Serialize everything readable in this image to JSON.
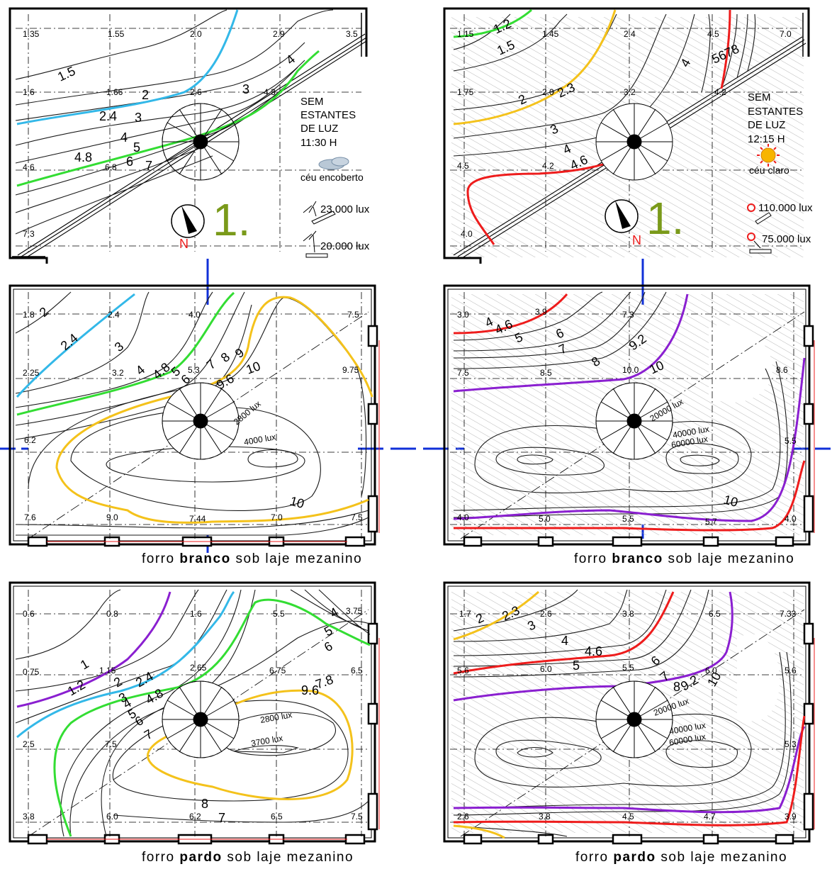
{
  "colors": {
    "frame": "#000000",
    "contour": "#1a1a1a",
    "cyan": "#33b8e8",
    "green": "#33dd33",
    "yellow": "#f4c21b",
    "red": "#ee1c1c",
    "purple": "#8a1fd0",
    "blue_axis": "#1030d8",
    "north_red": "#ee1c1c",
    "number_green": "#7a9a1a",
    "sun": "#f7b500",
    "hatch": "#9a9a9a"
  },
  "panels": {
    "top_left": {
      "values": [
        "1.35",
        "1.55",
        "2.0",
        "2.9",
        "3.5",
        "1.6",
        "1.66",
        "2.6",
        "4.3",
        "4.6",
        "6.8",
        "7.3"
      ],
      "contours": [
        "1.5",
        "2",
        "2.4",
        "3",
        "3",
        "4",
        "4",
        "4.8",
        "5",
        "6",
        "7"
      ],
      "title": [
        "SEM",
        "ESTANTES",
        "DE LUZ",
        "11:30 H"
      ],
      "sky": "céu encoberto",
      "lux_a": "23.000 lux",
      "lux_b": "20.000 lux",
      "north": "N",
      "number": "1."
    },
    "top_right": {
      "values": [
        "1.15",
        "1.45",
        "2.4",
        "4.5",
        "7.0",
        "1.75",
        "2.0",
        "3.2",
        "4.2",
        "4.5",
        "4.2",
        "4.0"
      ],
      "contours": [
        "1.2",
        "1.5",
        "2",
        "2.3",
        "3",
        "4",
        "4.6",
        "4",
        "5678"
      ],
      "title": [
        "SEM",
        "ESTANTES",
        "DE LUZ",
        "12:15 H"
      ],
      "sky": "céu claro",
      "lux_a": "110.000 lux",
      "lux_b": "75.000 lux",
      "north": "N",
      "number": "1."
    },
    "mid_left": {
      "values": [
        "1.8",
        "2.4",
        "4.0",
        "7.5",
        "2.25",
        "3.2",
        "5.3",
        "9.75",
        "6.2",
        "7.6",
        "9.0",
        "7.44",
        "7.0",
        "7.5"
      ],
      "contours": [
        "2",
        "2.4",
        "3",
        "4",
        "4.8",
        "5",
        "6",
        "7",
        "8",
        "9",
        "10",
        "9.6",
        "10"
      ],
      "lux": [
        "2800 lux",
        "4000 lux"
      ]
    },
    "mid_right": {
      "values": [
        "3.0",
        "3.9",
        "7.3",
        "7.5",
        "8.5",
        "10.0",
        "8.6",
        "5.5",
        "4.0",
        "5.0",
        "5.5",
        "5.7",
        "4.0"
      ],
      "contours": [
        "4",
        "4.6",
        "5",
        "6",
        "7",
        "8",
        "9.2",
        "10",
        "10"
      ],
      "lux": [
        "20000 lux",
        "40000 lux",
        "60000 lux"
      ]
    },
    "bot_left": {
      "values": [
        "0.6",
        "0.8",
        "1.6",
        "5.5",
        "3.75",
        "0.75",
        "1.15",
        "2.65",
        "6.75",
        "6.5",
        "2.5",
        "7.5",
        "3.8",
        "6.0",
        "6.2",
        "6.5",
        "7.5"
      ],
      "contours": [
        "1",
        "1.2",
        "2",
        "2.4",
        "3",
        "4",
        "4.8",
        "5",
        "6",
        "7",
        "7.8",
        "9.6",
        "8",
        "7",
        "4",
        "5",
        "6"
      ],
      "lux": [
        "2800 lux",
        "3700 lux"
      ]
    },
    "bot_right": {
      "values": [
        "1.7",
        "2.6",
        "3.8",
        "6.5",
        "7.33",
        "5.6",
        "6.0",
        "5.5",
        "6.0",
        "5.6",
        "5.3",
        "2.6",
        "3.8",
        "4.5",
        "4.7",
        "3.9"
      ],
      "contours": [
        "2",
        "2.3",
        "3",
        "4",
        "4.6",
        "5",
        "6",
        "7",
        "8",
        "9.2",
        "10"
      ],
      "lux": [
        "20000 lux",
        "40000 lux",
        "60000 lux"
      ]
    }
  },
  "captions": {
    "mid": {
      "pre": "forro ",
      "bold": "branco",
      "post": " sob  laje  mezanino"
    },
    "bot": {
      "pre": "forro ",
      "bold": "pardo",
      "post": " sob  laje  mezanino"
    }
  }
}
